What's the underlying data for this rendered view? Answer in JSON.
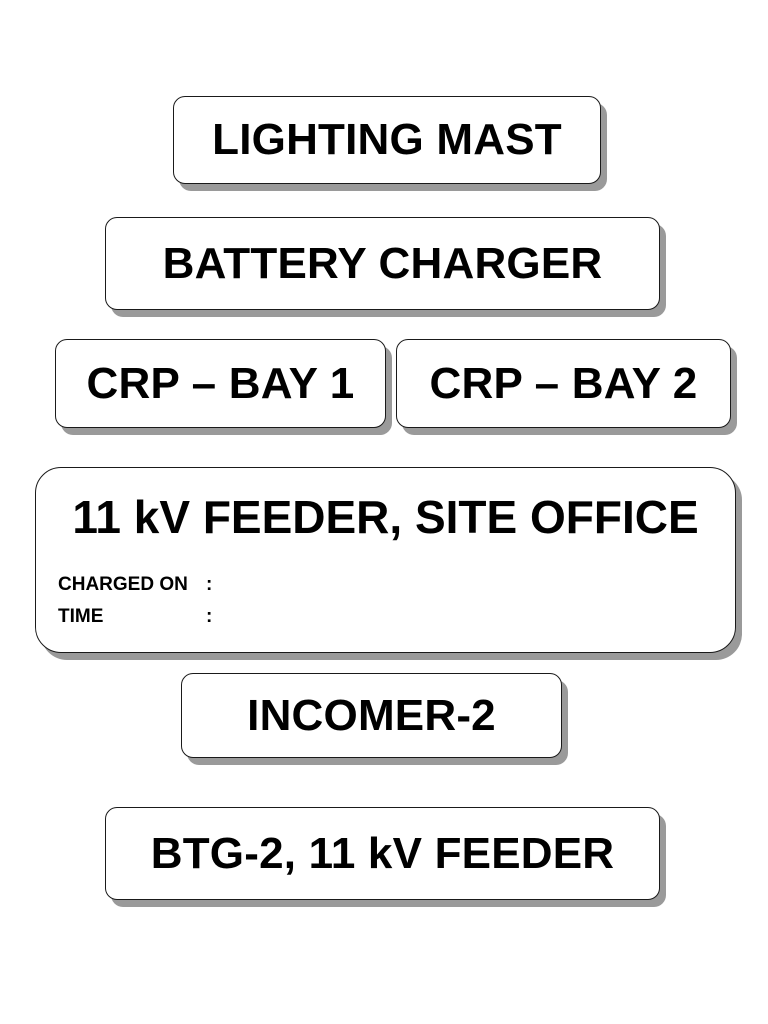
{
  "labels": {
    "lighting_mast": "LIGHTING MAST",
    "battery_charger": "BATTERY CHARGER",
    "crp_bay_1": "CRP – BAY 1",
    "crp_bay_2": "CRP – BAY 2",
    "feeder_site_office": {
      "title": "11 kV FEEDER, SITE OFFICE",
      "fields": [
        {
          "name": "CHARGED ON",
          "separator": ":"
        },
        {
          "name": "TIME",
          "separator": ":"
        }
      ]
    },
    "incomer_2": "INCOMER-2",
    "btg_2_feeder": "BTG-2, 11 kV FEEDER"
  }
}
